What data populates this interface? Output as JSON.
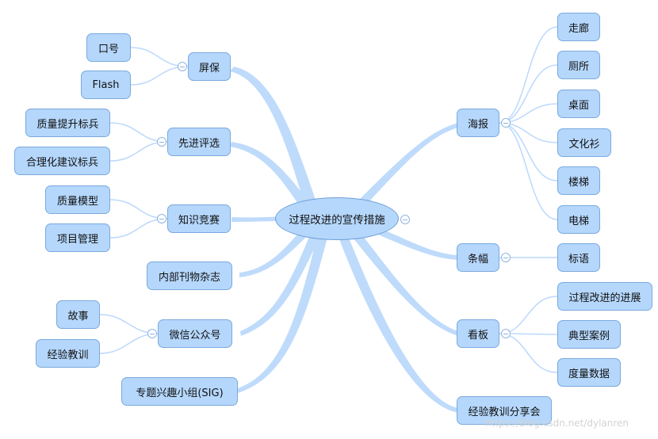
{
  "diagram": {
    "center": "过程改进的宣传措施",
    "branches": {
      "screensaver": "屏保",
      "slogan": "口号",
      "flash": "Flash",
      "selection": "先进评选",
      "quality_model_soldier": "质量提升标兵",
      "suggestion_soldier": "合理化建议标兵",
      "knowledge_contest": "知识竞赛",
      "quality_model": "质量模型",
      "project_management": "项目管理",
      "internal_journal": "内部刊物杂志",
      "wechat": "微信公众号",
      "story": "故事",
      "lessons": "经验教训",
      "sig": "专题兴趣小组(SIG)",
      "poster": "海报",
      "corridor": "走廊",
      "restroom": "厕所",
      "desktop": "桌面",
      "tshirt": "文化衫",
      "stairs": "楼梯",
      "elevator": "电梯",
      "banner": "条幅",
      "slogan_text": "标语",
      "board": "看板",
      "progress": "过程改进的进展",
      "typical_cases": "典型案例",
      "metrics": "度量数据",
      "sharing": "经验教训分享会"
    }
  },
  "watermark": "https://blog.csdn.net/dylanren",
  "colors": {
    "node_fill": "#b5d7fc",
    "node_border": "#7aa9dd",
    "link": "#bcd9fb"
  }
}
